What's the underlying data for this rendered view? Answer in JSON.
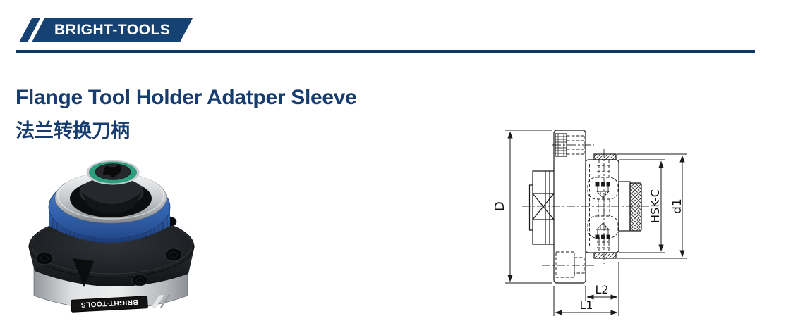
{
  "brand": {
    "logo_text": "BRIGHT-TOOLS"
  },
  "title": {
    "en": "Flange Tool Holder Adatper Sleeve",
    "zh": "法兰转换刀柄"
  },
  "photo": {
    "label_text": "BRIGHT-TOOLS"
  },
  "diagram": {
    "labels": {
      "d": "D",
      "hsk": "HSK-C",
      "d1": "d1",
      "l2": "L2",
      "l1": "L1"
    }
  },
  "colors": {
    "brand_blue": "#164173",
    "rule_blue": "#0e3a6b",
    "title_blue": "#173c70",
    "ring_blue": "#3465ae",
    "ring_green": "#2e9e80",
    "drawing_line": "#1a1a1a"
  }
}
